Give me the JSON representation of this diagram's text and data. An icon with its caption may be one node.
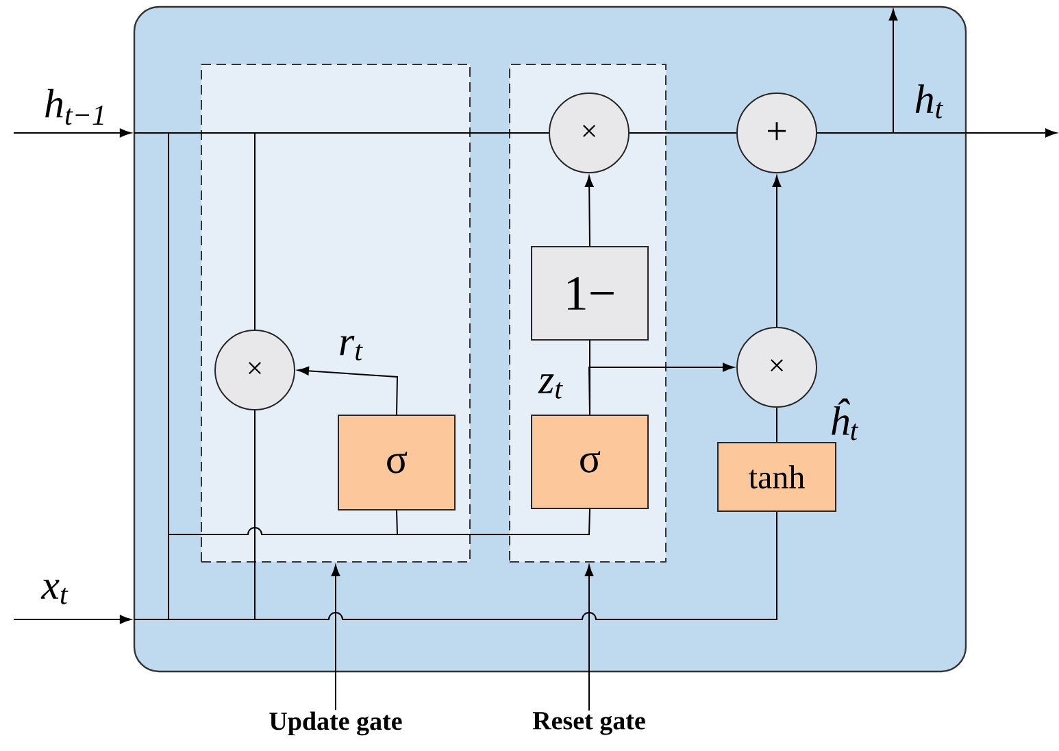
{
  "diagram": {
    "nodes": [
      {
        "text": [],
        "shape": "box"
      },
      {
        "text": [],
        "shape": "box",
        "in": 0
      },
      {
        "text": [],
        "shape": "box",
        "in": 0
      },
      {
        "text": [
          "×"
        ],
        "in": 1
      },
      {
        "text": [
          "σ"
        ],
        "in": 1
      },
      {
        "text": [
          "×"
        ],
        "in": 2
      },
      {
        "text": [
          "1−"
        ],
        "in": 2
      },
      {
        "text": [
          "σ"
        ],
        "in": 2
      },
      {
        "text": [
          "+"
        ],
        "in": 0
      },
      {
        "text": [
          "×"
        ],
        "in": 0
      },
      {
        "text": [
          "tanh"
        ],
        "in": 0
      },
      {
        "text": [
          "Update gate"
        ]
      },
      {
        "text": [
          "Reset gate"
        ]
      }
    ],
    "edges": [
      {
        "from": null,
        "to": 0,
        "arrow": "to",
        "label": "h$_{t−1}$"
      },
      {
        "from": null,
        "to": 0,
        "arrow": "to",
        "label": "x$_{t}$"
      },
      {
        "from": null,
        "to": 5,
        "arrow": "none"
      },
      {
        "from": 5,
        "to": 8,
        "arrow": "none"
      },
      {
        "from": 8,
        "to": null,
        "arrow": "to",
        "label": "h$_{t}$"
      },
      {
        "from": 8,
        "to": null,
        "arrow": "to"
      },
      {
        "from": 6,
        "to": 5,
        "arrow": "to"
      },
      {
        "from": 7,
        "to": 6,
        "arrow": "none"
      },
      {
        "from": 7,
        "to": 9,
        "arrow": "to",
        "label": "z$_{t}$"
      },
      {
        "from": 10,
        "to": 9,
        "arrow": "none",
        "label": "ĥ$_{t}$"
      },
      {
        "from": 9,
        "to": 8,
        "arrow": "to"
      },
      {
        "from": 4,
        "to": 3,
        "arrow": "to",
        "label": "r$_{t}$"
      },
      {
        "from": null,
        "to": 3,
        "arrow": "none"
      },
      {
        "from": 3,
        "to": null,
        "arrow": "none"
      },
      {
        "from": null,
        "to": 10,
        "arrow": "none"
      },
      {
        "from": null,
        "to": 4,
        "arrow": "none"
      },
      {
        "from": null,
        "to": 7,
        "arrow": "none"
      },
      {
        "from": 11,
        "to": 1,
        "arrow": "to"
      },
      {
        "from": 12,
        "to": 2,
        "arrow": "to"
      }
    ]
  }
}
